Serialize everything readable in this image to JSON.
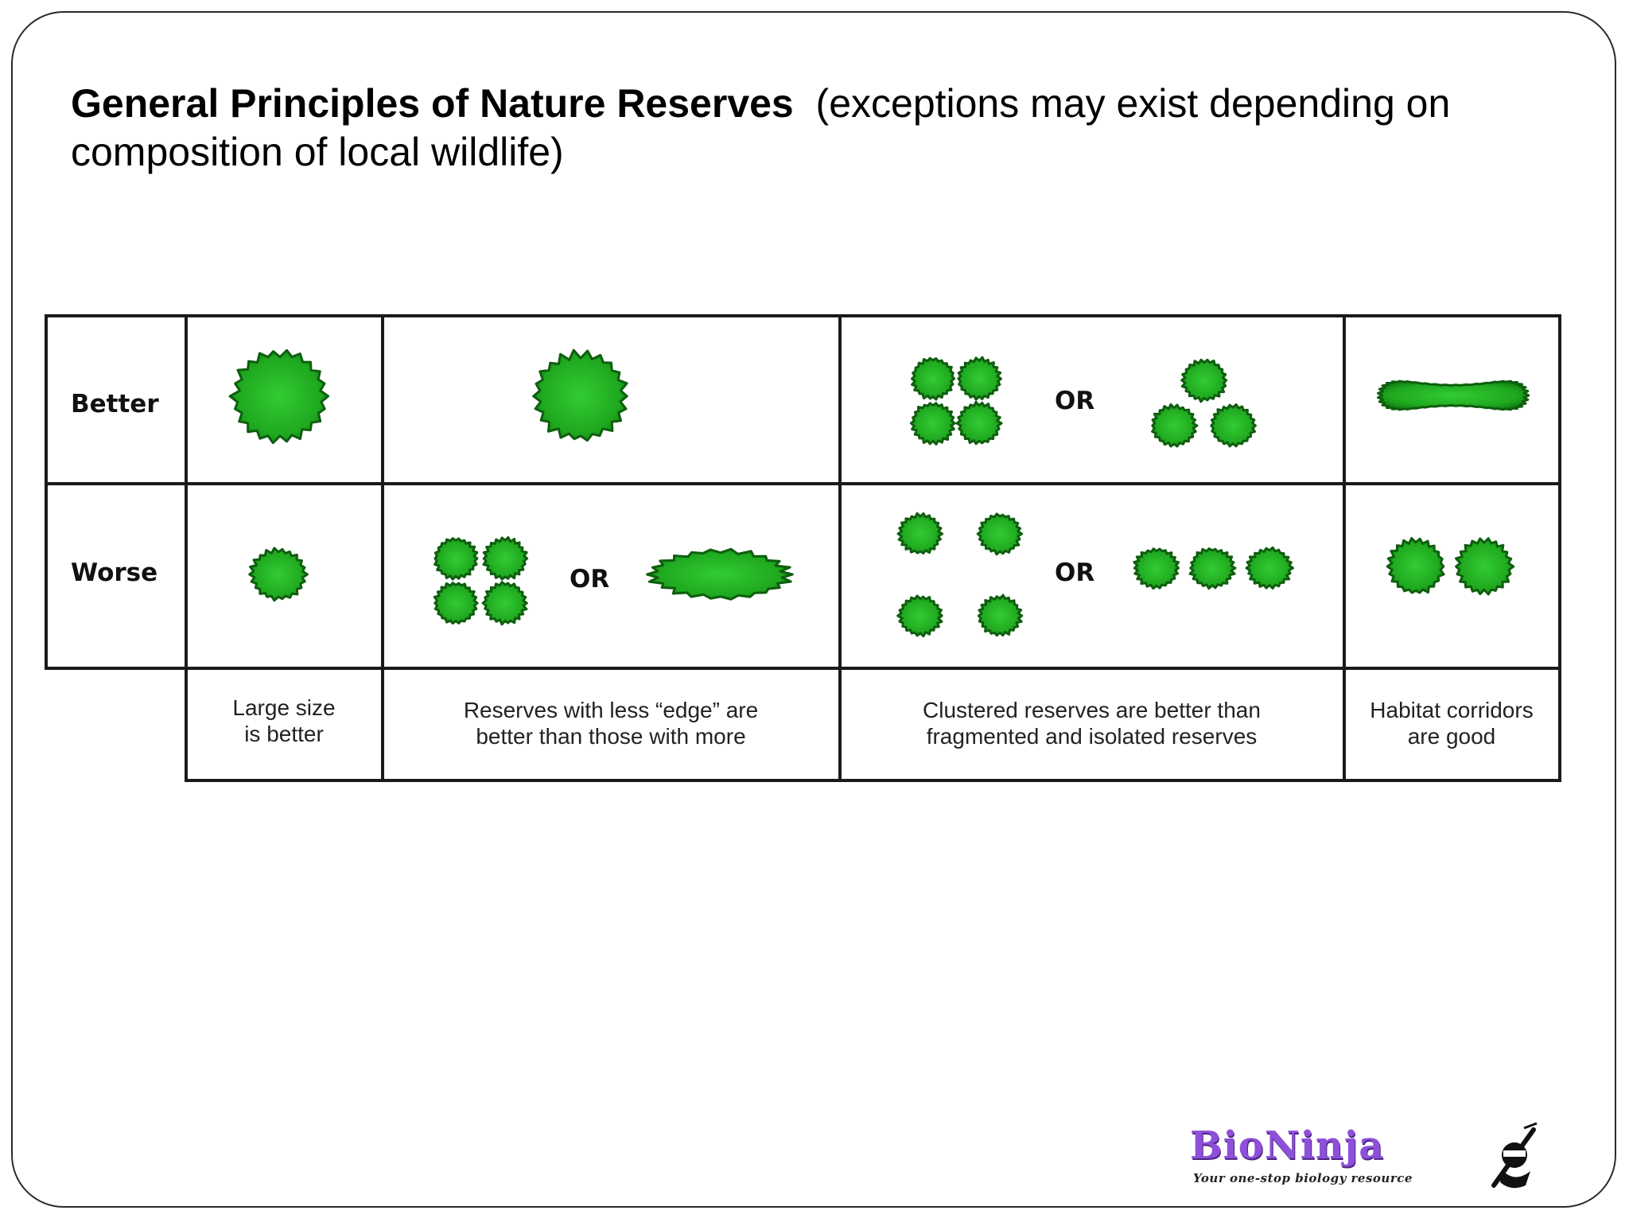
{
  "title": {
    "bold": "General Principles of Nature Reserves",
    "rest": "(exceptions may exist depending on composition of local wildlife)"
  },
  "table": {
    "rows": [
      "Better",
      "Worse"
    ],
    "or_label": "OR",
    "captions": [
      "Large size\nis better",
      "Reserves with less “edge” are\nbetter than those with more",
      "Clustered reserves are better than\nfragmented and isolated reserves",
      "Habitat corridors\nare good"
    ]
  },
  "logo": {
    "name": "BioNinja",
    "tagline": "Your one-stop biology resource"
  },
  "colors": {
    "reserve_fill": "#22b322",
    "reserve_dark": "#0e5e0e",
    "grid_line": "#1a1a1a",
    "logo_purple": "#8e4fd9"
  }
}
